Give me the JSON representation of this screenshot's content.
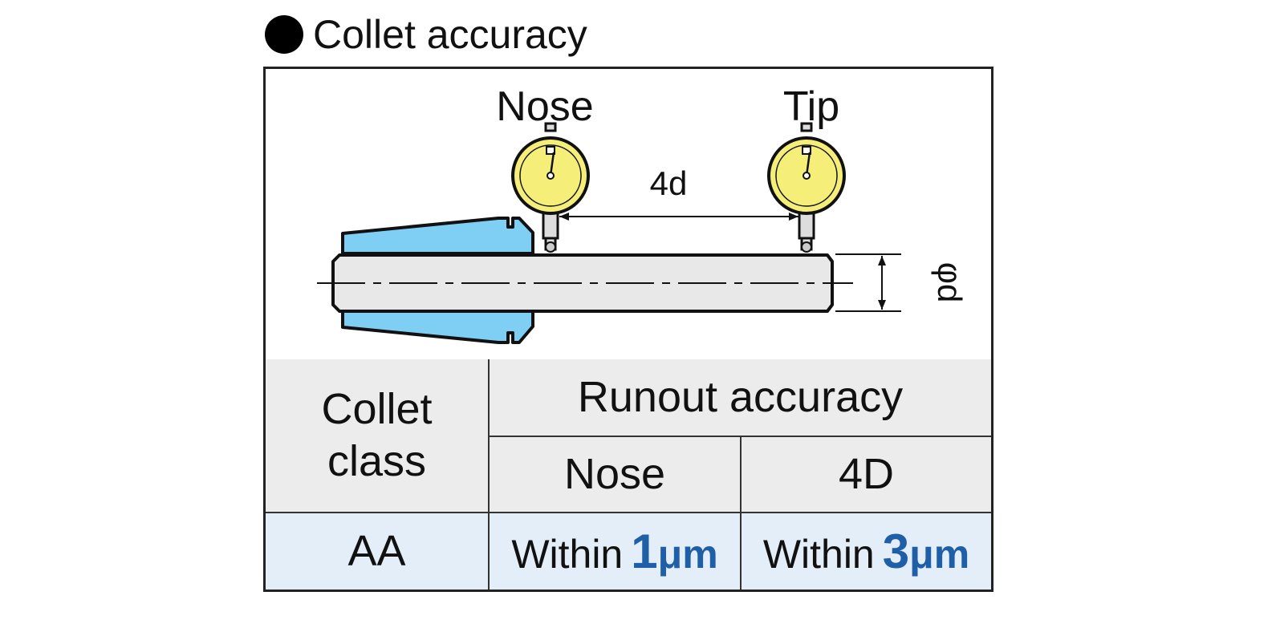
{
  "heading": "Collet accuracy",
  "diagram": {
    "gauge_left_label": "Nose",
    "gauge_right_label": "Tip",
    "distance_label": "4d",
    "diameter_label": "φd",
    "colors": {
      "collet": "#7fcff5",
      "bar": "#e8e8e8",
      "gauge_face": "#f5ef7a",
      "outline": "#111111"
    }
  },
  "table": {
    "col_header": "Collet class",
    "group_header": "Runout accuracy",
    "sub_headers": [
      "Nose",
      "4D"
    ],
    "rows": [
      {
        "class": "AA",
        "nose": {
          "prefix": "Within",
          "value": "1",
          "unit": "μm"
        },
        "d4": {
          "prefix": "Within",
          "value": "3",
          "unit": "μm"
        }
      }
    ],
    "colors": {
      "header_bg": "#ececec",
      "value_bg": "#e3eef8",
      "accent": "#1f5fa8"
    }
  }
}
